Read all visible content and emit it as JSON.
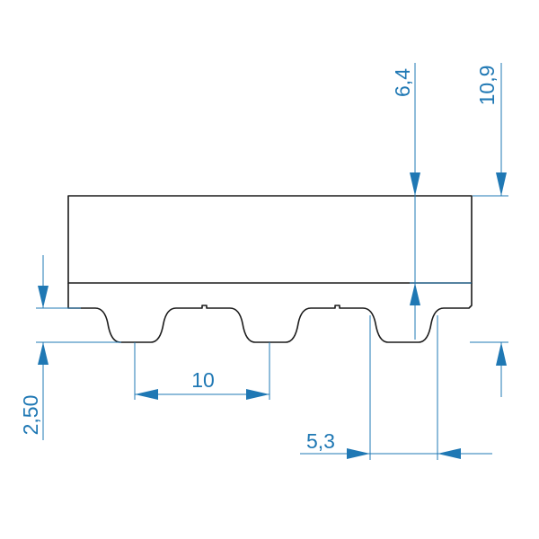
{
  "drawing": {
    "colors": {
      "outline": "#1a1a1a",
      "dimension": "#1f78b4",
      "background": "#ffffff"
    },
    "dimensions": {
      "total_height": "10,9",
      "backing_thickness": "6,4",
      "tooth_height": "2,50",
      "pitch": "10",
      "tooth_width": "5,3"
    }
  }
}
